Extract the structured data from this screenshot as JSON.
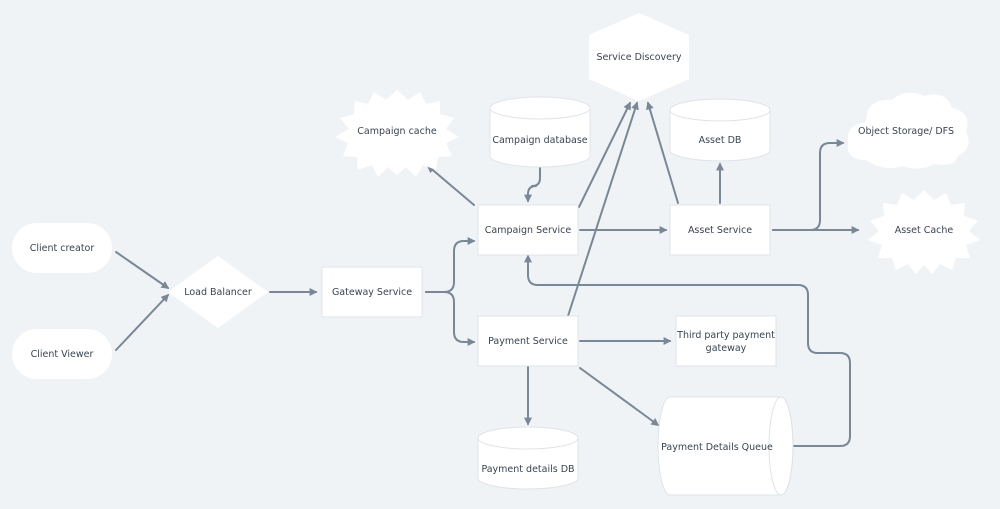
{
  "nodes": {
    "client_creator": "Client creator",
    "client_viewer": "Client Viewer",
    "load_balancer": "Load Balancer",
    "gateway_service": "Gateway Service",
    "campaign_cache": "Campaign cache",
    "campaign_database": "Campaign database",
    "service_discovery": "Service Discovery",
    "asset_db": "Asset DB",
    "object_storage": "Object Storage/ DFS",
    "campaign_service": "Campaign Service",
    "asset_service": "Asset Service",
    "asset_cache": "Asset Cache",
    "payment_service": "Payment Service",
    "third_party_line1": "Third party payment",
    "third_party_line2": "gateway",
    "payment_details_db": "Payment details DB",
    "payment_details_queue": "Payment Details Queue"
  },
  "colors": {
    "background": "#f0f3f6",
    "node_fill": "#ffffff",
    "node_border": "#dfe3e8",
    "edge": "#7a8796",
    "text": "#3a4450"
  }
}
